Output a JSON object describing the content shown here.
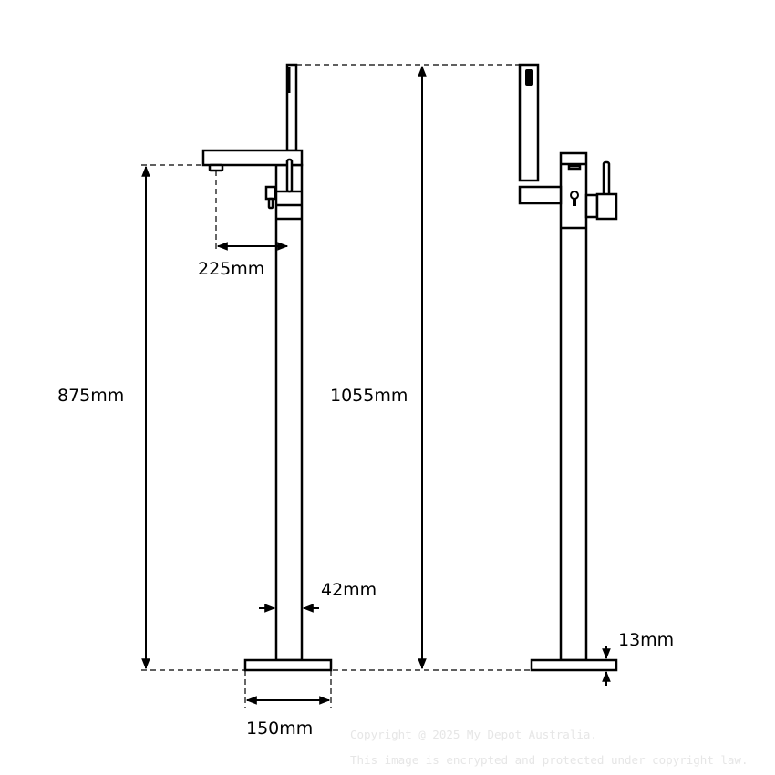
{
  "dimensions": {
    "spout_reach": "225mm",
    "spout_height": "875mm",
    "total_height": "1055mm",
    "column_diameter": "42mm",
    "base_width": "150mm",
    "base_thickness": "13mm"
  },
  "watermark": {
    "line1": "Copyright @ 2025 My Depot Australia.",
    "line2": "This image is encrypted and protected under copyright law."
  }
}
